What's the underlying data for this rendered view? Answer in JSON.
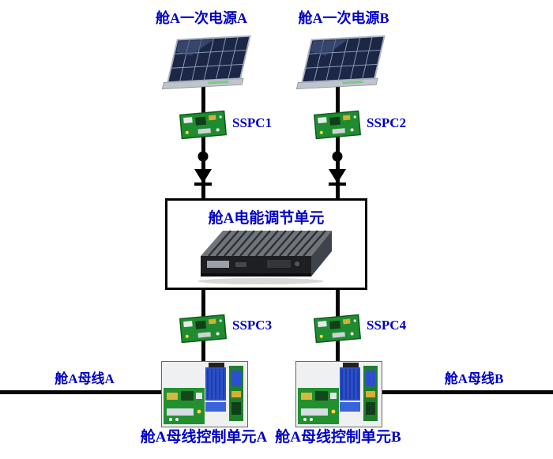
{
  "diagram": {
    "background": "#ffffff",
    "label_color": "#0000c8",
    "line_color": "#000000",
    "source_a": "舱A一次电源A",
    "source_b": "舱A一次电源B",
    "sspc1": "SSPC1",
    "sspc2": "SSPC2",
    "sspc3": "SSPC3",
    "sspc4": "SSPC4",
    "pcu_title": "舱A电能调节单元",
    "bus_a": "舱A母线A",
    "bus_b": "舱A母线B",
    "controller_a": "舱A母线控制单元A",
    "controller_b": "舱A母线控制单元B",
    "icons": {
      "solar_panel": "solar-panel-photo",
      "sspc_module": "green-pcb-board-photo",
      "diode": "diode-cathode-down-symbol",
      "pcu_device": "finned-heatsink-chassis-photo",
      "bus_controller": "pcb-with-blue-modules-photo"
    }
  }
}
